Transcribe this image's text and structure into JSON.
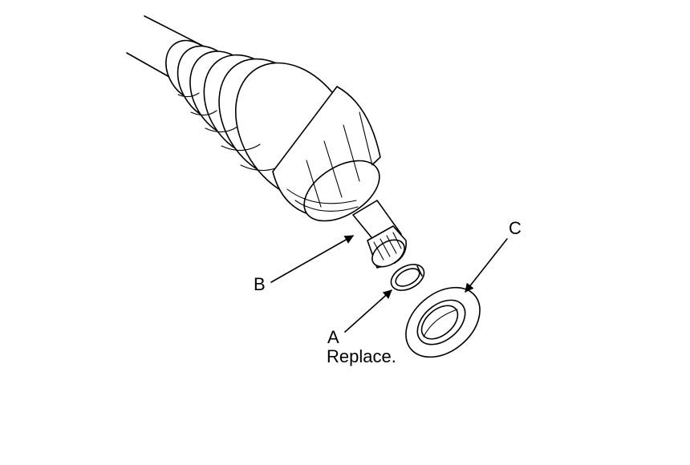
{
  "labels": {
    "a": "A",
    "a_note": "Replace.",
    "b": "B",
    "c": "C"
  },
  "icons": {
    "shaft": "drive-shaft-icon",
    "boot": "cv-joint-boot-icon",
    "circlip": "set-ring-icon",
    "dust_seal": "dust-seal-icon"
  },
  "colors": {
    "ink": "#000000",
    "background": "#ffffff"
  }
}
